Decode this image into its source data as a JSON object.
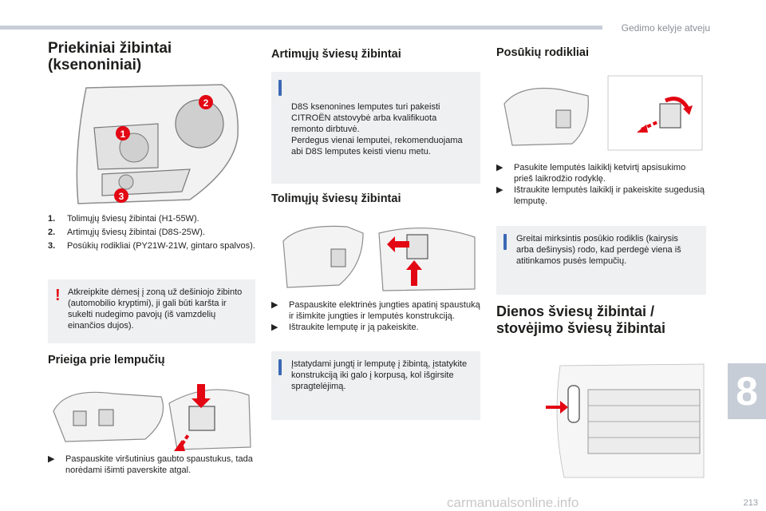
{
  "header": {
    "running_head": "Gedimo kelyje atveju",
    "chapter": "8",
    "page_number": "213"
  },
  "watermark": "carmanualsonline.info",
  "col1": {
    "title_line1": "Priekiniai žibintai",
    "title_line2": "(ksenoniniai)",
    "callouts": [
      "1",
      "2",
      "3"
    ],
    "legend": [
      {
        "num": "1.",
        "text": "Tolimųjų šviesų žibintai (H1-55W)."
      },
      {
        "num": "2.",
        "text": "Artimųjų šviesų žibintai (D8S-25W)."
      },
      {
        "num": "3.",
        "text": "Posūkių rodikliai (PY21W-21W, gintaro spalvos)."
      }
    ],
    "warning_text": "Atkreipkite dėmesį į zoną už dešiniojo žibinto (automobilio kryptimi), ji gali būti karšta ir sukelti nudegimo pavojų (iš vamzdelių einančios dujos).",
    "access_title": "Prieiga prie lempučių",
    "access_step": "Paspauskite viršutinius gaubto spaustukus, tada norėdami išimti paverskite atgal."
  },
  "col2": {
    "low_title": "Artimųjų šviesų žibintai",
    "low_info": "D8S ksenonines lemputes turi pakeisti CITROËN atstovybė arba kvalifikuota remonto dirbtuvė.\nPerdegus vienai lemputei, rekomenduojama abi D8S lemputes keisti vienu metu.",
    "high_title": "Tolimųjų šviesų žibintai",
    "high_steps": [
      "Paspauskite elektrinės jungties apatinį spaustuką ir išimkite jungties ir lemputės konstrukciją.",
      "Ištraukite lemputę ir ją pakeiskite."
    ],
    "high_info": "Įstatydami jungtį ir lemputę į žibintą, įstatykite konstrukciją iki galo į korpusą, kol išgirsite spragtelėjimą."
  },
  "col3": {
    "turn_title": "Posūkių rodikliai",
    "turn_steps": [
      "Pasukite lemputės laikiklį ketvirtį apsisukimo prieš laikrodžio rodyklę.",
      "Ištraukite lemputės laikiklį ir pakeiskite sugedusią lemputę."
    ],
    "turn_info": "Greitai mirksintis posūkio rodiklis (kairysis arba dešinysis) rodo, kad perdegė viena iš atitinkamos pusės lempučių.",
    "drl_title_line1": "Dienos šviesų žibintai /",
    "drl_title_line2": "stovėjimo šviesų žibintai"
  },
  "colors": {
    "accent_red": "#e30613",
    "info_blue": "#3b69b4",
    "box_bg": "#eef0f2",
    "tab_grey": "#c6cdd6"
  },
  "icons": {
    "bullet": "triangle-bullet-icon",
    "warning": "exclamation-warning-icon",
    "info": "info-bar-icon"
  }
}
